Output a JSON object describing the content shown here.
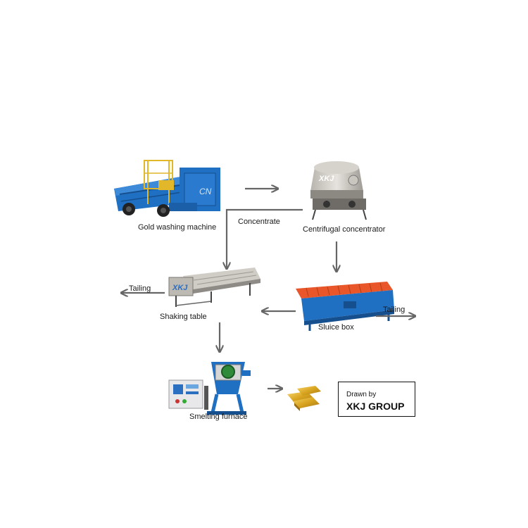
{
  "nodes": {
    "gold_washing_machine": "Gold washing machine",
    "centrifugal_concentrator": "Centrifugal concentrator",
    "shaking_table": "Shaking table",
    "sluice_box": "Sluice box",
    "smelting_furnace": "Smelting furnace"
  },
  "flows": {
    "concentrate": "Concentrate",
    "tailing_left": "Tailing",
    "tailing_right": "Tailing"
  },
  "credit": {
    "drawn_by": "Drawn by",
    "company": "XKJ GROUP"
  },
  "colors": {
    "machine_blue": "#1f6fc2",
    "sluice_orange": "#e8562a",
    "arrow_gray": "#666666",
    "gold": "#d9a520"
  }
}
